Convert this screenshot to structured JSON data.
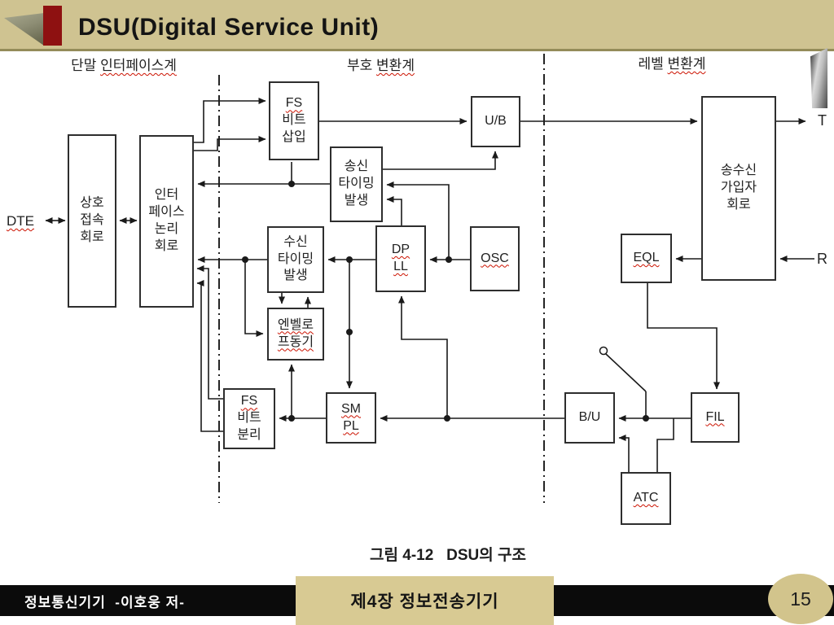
{
  "slide": {
    "title": "DSU(Digital Service Unit)",
    "footer": {
      "left": "정보통신기기  -이호웅 저-",
      "center": "제4장 정보전송기기",
      "page": "15"
    }
  },
  "colors": {
    "header_band": "#cfc391",
    "accent_red": "#8e1111",
    "footer_bar": "#0b0b0b",
    "footer_box": "#d8ca93",
    "spellcheck_underline": "#cc1100",
    "diagram_line": "#1a1a1a"
  },
  "diagram": {
    "section_headers": [
      {
        "prefix": "단말 ",
        "marked": "인터페이스계"
      },
      {
        "prefix": "부호 ",
        "marked": "변환계"
      },
      {
        "prefix": "레벨 ",
        "marked": "변환계"
      }
    ],
    "labels": {
      "dte": "DTE",
      "t": "T",
      "r": "R"
    },
    "caption": "그림 4-12   DSU의 구조",
    "boxes": {
      "interconnect": {
        "lines": [
          "상호",
          "접속",
          "회로"
        ]
      },
      "interface_logic": {
        "lines": [
          "인터",
          "페이스",
          "논리",
          "회로"
        ]
      },
      "fs_bit_insert": {
        "lines": [
          "FS",
          "비트",
          "삽입"
        ]
      },
      "tx_timing_gen": {
        "lines": [
          "송신",
          "타이밍",
          "발생"
        ]
      },
      "ub_converter": {
        "lines": [
          "U/B"
        ]
      },
      "rx_timing_gen": {
        "lines": [
          "수신",
          "타이밍",
          "발생"
        ]
      },
      "dpll": {
        "lines": [
          "DP",
          "LL"
        ]
      },
      "osc": {
        "lines": [
          "OSC"
        ]
      },
      "envelope_sync": {
        "lines": [
          "엔벨로",
          "프동기"
        ]
      },
      "fs_bit_separate": {
        "lines": [
          "FS",
          "비트",
          "분리"
        ]
      },
      "smpl": {
        "lines": [
          "SM",
          "PL"
        ]
      },
      "bu_converter": {
        "lines": [
          "B/U"
        ]
      },
      "fil": {
        "lines": [
          "FIL"
        ]
      },
      "atc": {
        "lines": [
          "ATC"
        ]
      },
      "eql": {
        "lines": [
          "EQL"
        ]
      },
      "trx_line_circuit": {
        "lines": [
          "송수신",
          "가입자",
          "회로"
        ]
      }
    }
  }
}
